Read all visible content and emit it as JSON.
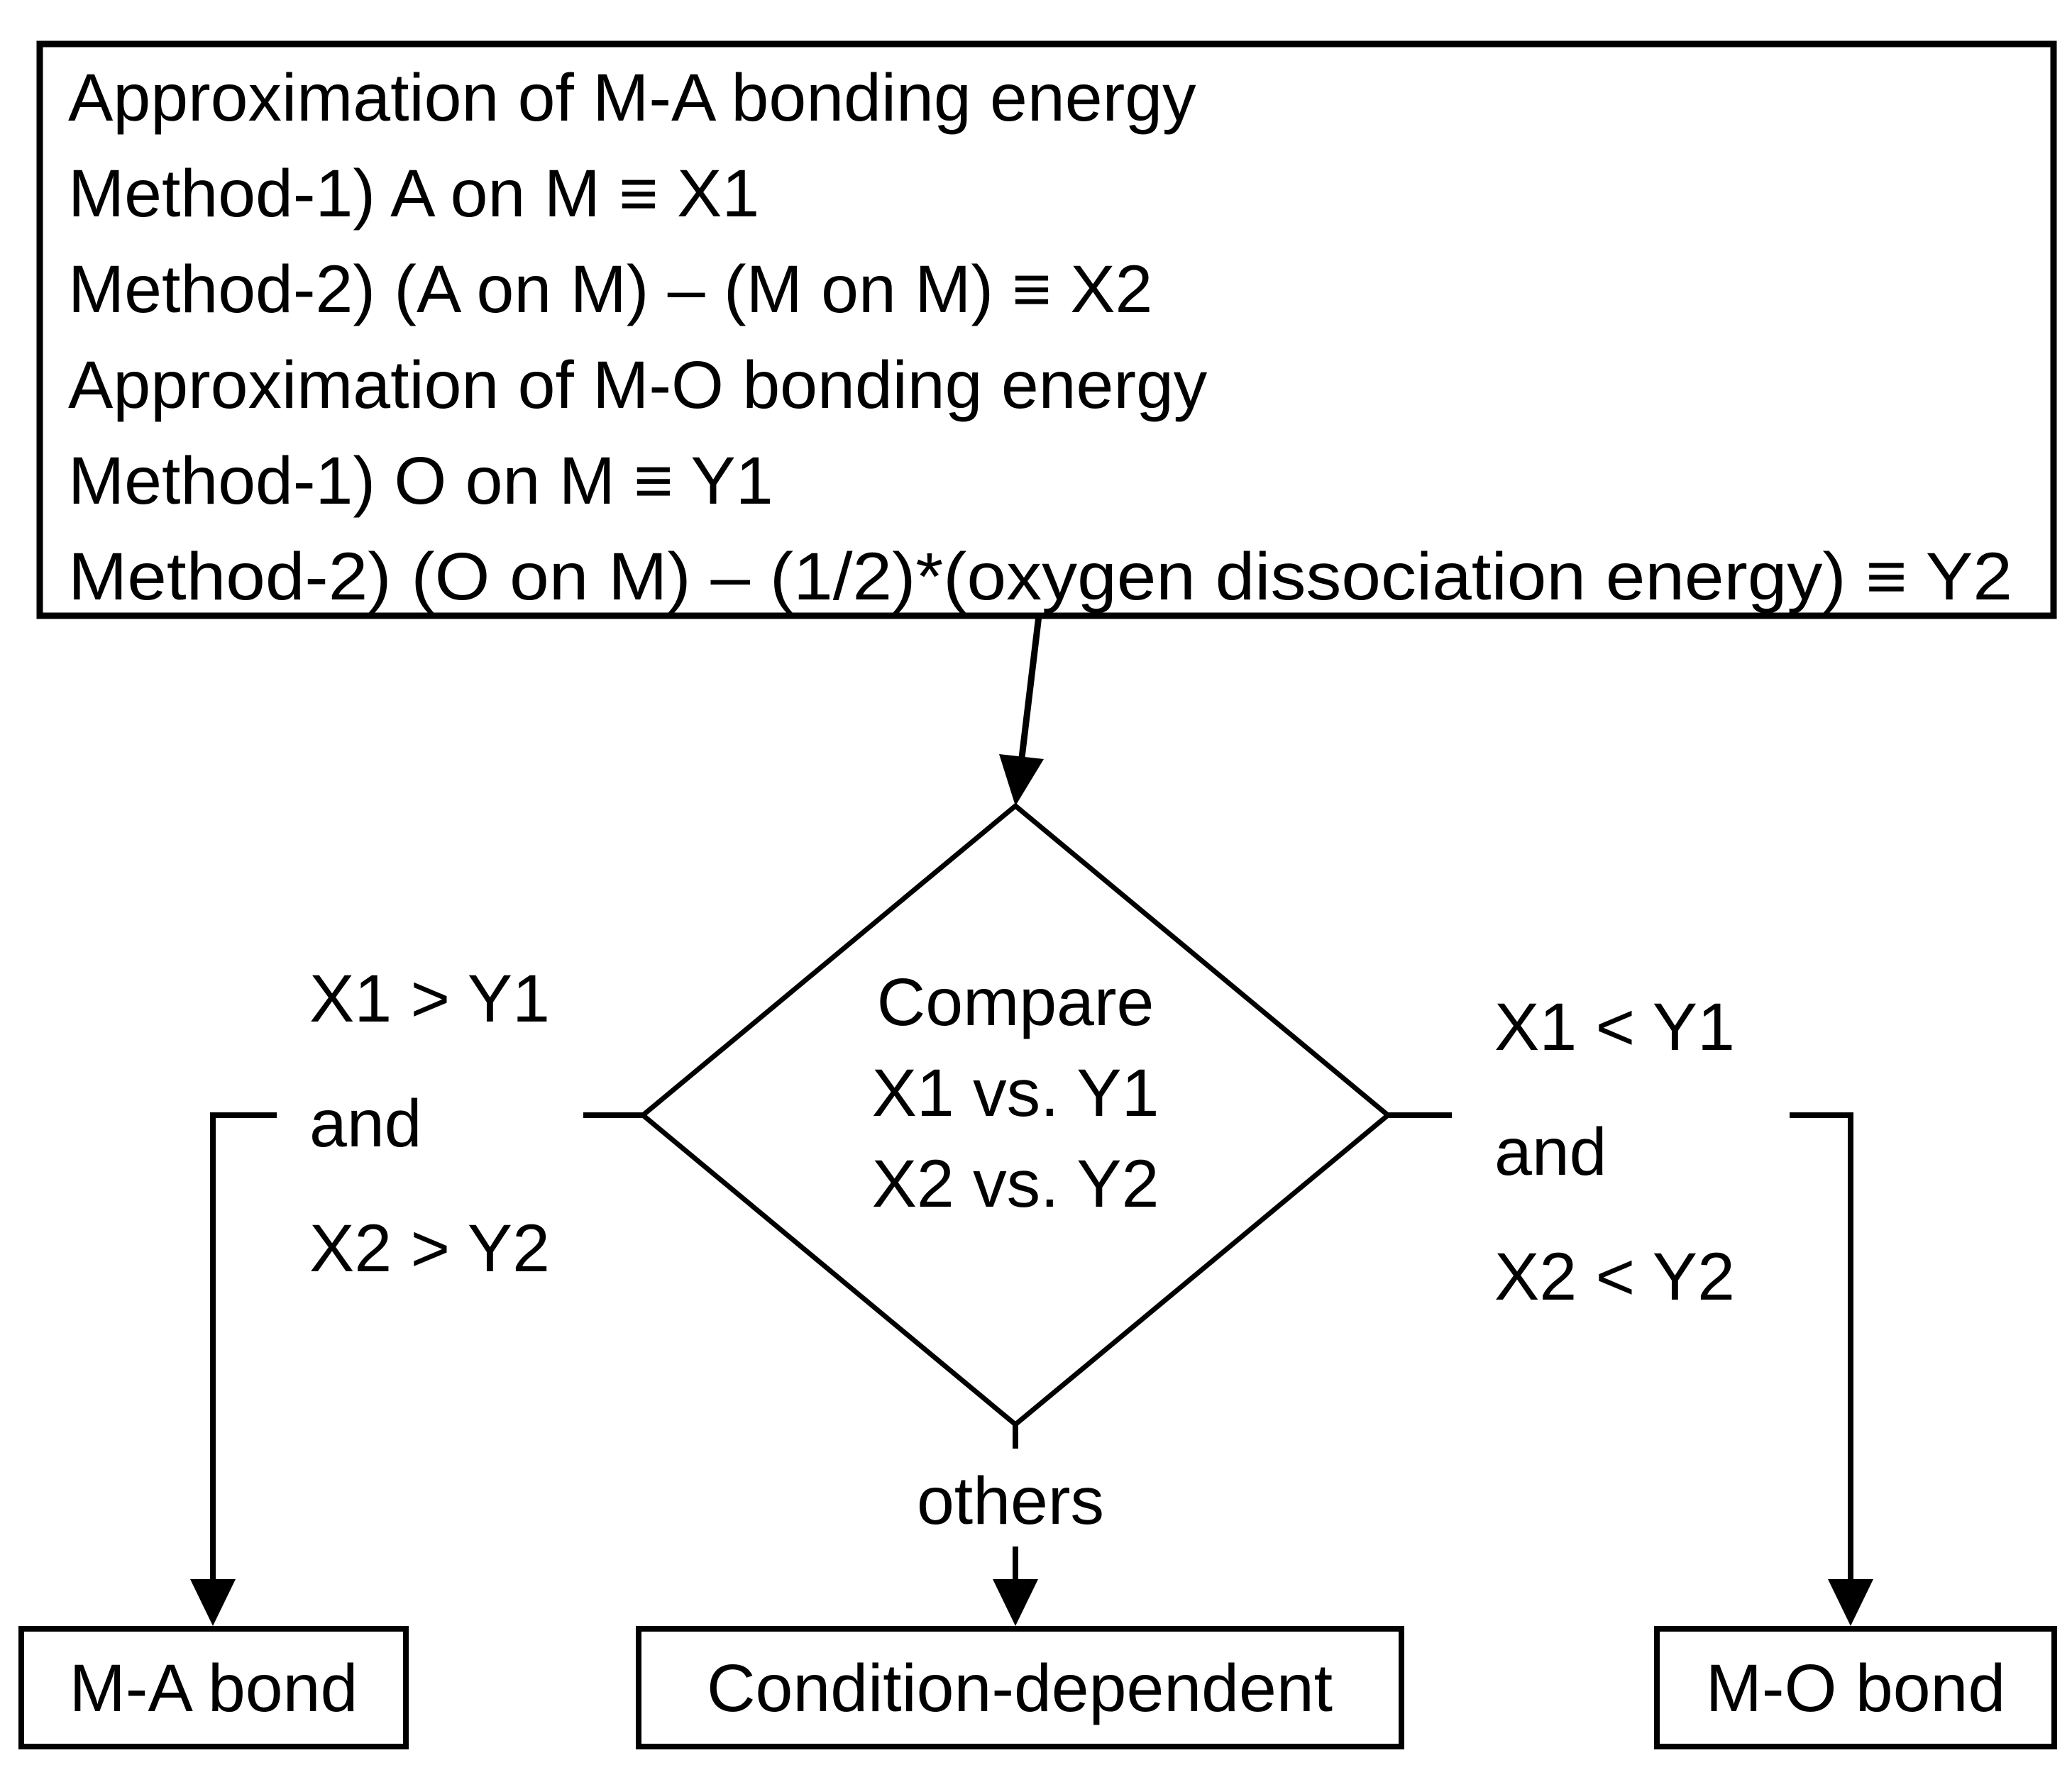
{
  "flowchart": {
    "background_color": "#ffffff",
    "line_color": "#000000",
    "top_box": {
      "lines": [
        "Approximation of M-A bonding energy",
        "Method-1) A on M ≡ X1",
        "Method-2) (A on M) – (M on M) ≡ X2",
        "Approximation of M-O bonding energy",
        "Method-1) O on M ≡ Y1",
        "Method-2) (O on M) – (1/2)*(oxygen dissociation energy) ≡ Y2"
      ]
    },
    "decision_diamond": {
      "lines": [
        "Compare",
        "X1 vs. Y1",
        "X2 vs. Y2"
      ]
    },
    "left_branch": {
      "condition_lines": [
        "X1 > Y1",
        "and",
        "X2 > Y2"
      ],
      "result_box": "M-A bond"
    },
    "middle_branch": {
      "condition_label": "others",
      "result_box": "Condition-dependent"
    },
    "right_branch": {
      "condition_lines": [
        "X1 < Y1",
        "and",
        "X2 < Y2"
      ],
      "result_box": "M-O bond"
    }
  }
}
